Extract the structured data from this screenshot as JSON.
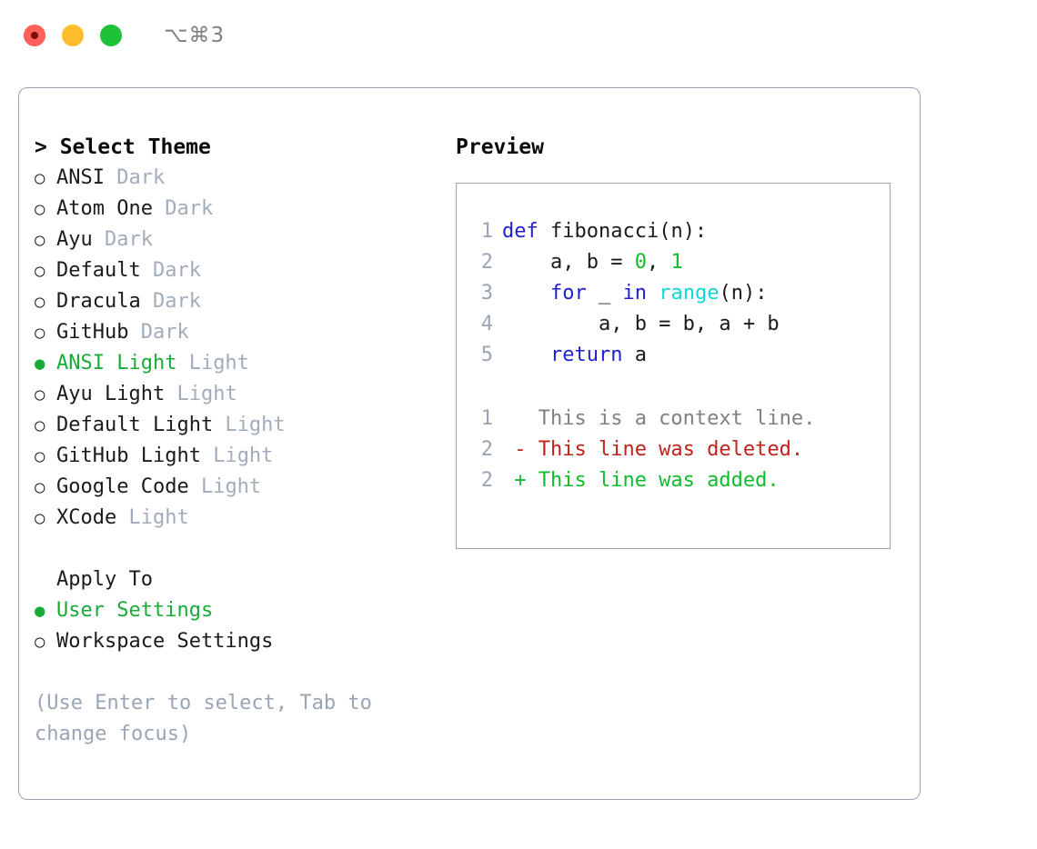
{
  "titlebar": {
    "close_icon": "traffic-light-close",
    "minimize_icon": "traffic-light-minimize",
    "maximize_icon": "traffic-light-maximize",
    "shortcut": "⌥⌘3"
  },
  "theme_section": {
    "header": "> Select Theme",
    "bullet_unselected": "○",
    "bullet_selected": "●",
    "items": [
      {
        "bullet": "○",
        "name": "ANSI",
        "kind": " Dark",
        "selected": false
      },
      {
        "bullet": "○",
        "name": "Atom One",
        "kind": " Dark",
        "selected": false
      },
      {
        "bullet": "○",
        "name": "Ayu",
        "kind": " Dark",
        "selected": false
      },
      {
        "bullet": "○",
        "name": "Default",
        "kind": " Dark",
        "selected": false
      },
      {
        "bullet": "○",
        "name": "Dracula",
        "kind": " Dark",
        "selected": false
      },
      {
        "bullet": "○",
        "name": "GitHub",
        "kind": " Dark",
        "selected": false
      },
      {
        "bullet": "●",
        "name": "ANSI Light",
        "kind": " Light",
        "selected": true
      },
      {
        "bullet": "○",
        "name": "Ayu Light",
        "kind": " Light",
        "selected": false
      },
      {
        "bullet": "○",
        "name": "Default Light",
        "kind": " Light",
        "selected": false
      },
      {
        "bullet": "○",
        "name": "GitHub Light",
        "kind": " Light",
        "selected": false
      },
      {
        "bullet": "○",
        "name": "Google Code",
        "kind": " Light",
        "selected": false
      },
      {
        "bullet": "○",
        "name": "XCode",
        "kind": " Light",
        "selected": false
      }
    ]
  },
  "apply_section": {
    "header": "Apply To",
    "items": [
      {
        "bullet": "●",
        "name": "User Settings",
        "selected": true
      },
      {
        "bullet": "○",
        "name": "Workspace Settings",
        "selected": false
      }
    ]
  },
  "hint": "(Use Enter to select, Tab to change focus)",
  "preview": {
    "header": "Preview",
    "code_lines": [
      {
        "num": "1",
        "tokens": [
          {
            "text": "def",
            "class": "t-kw"
          },
          {
            "text": " fibonacci(n):",
            "class": "t-plain"
          }
        ]
      },
      {
        "num": "2",
        "tokens": [
          {
            "text": "    a, b = ",
            "class": "t-plain"
          },
          {
            "text": "0",
            "class": "t-num"
          },
          {
            "text": ", ",
            "class": "t-plain"
          },
          {
            "text": "1",
            "class": "t-num"
          }
        ]
      },
      {
        "num": "3",
        "tokens": [
          {
            "text": "    ",
            "class": "t-plain"
          },
          {
            "text": "for",
            "class": "t-kw"
          },
          {
            "text": " _ ",
            "class": "t-plain"
          },
          {
            "text": "in",
            "class": "t-kw"
          },
          {
            "text": " ",
            "class": "t-plain"
          },
          {
            "text": "range",
            "class": "t-fn"
          },
          {
            "text": "(n):",
            "class": "t-plain"
          }
        ]
      },
      {
        "num": "4",
        "tokens": [
          {
            "text": "        a, b = b, a + b",
            "class": "t-plain"
          }
        ]
      },
      {
        "num": "5",
        "tokens": [
          {
            "text": "    ",
            "class": "t-plain"
          },
          {
            "text": "return",
            "class": "t-kw"
          },
          {
            "text": " a",
            "class": "t-plain"
          }
        ]
      }
    ],
    "diff_lines": [
      {
        "num": "1",
        "tokens": [
          {
            "text": "   This is a context line.",
            "class": "t-ctx"
          }
        ]
      },
      {
        "num": "2",
        "tokens": [
          {
            "text": " - This line was deleted.",
            "class": "t-del"
          }
        ]
      },
      {
        "num": "2",
        "tokens": [
          {
            "text": " + This line was added.",
            "class": "t-add"
          }
        ]
      }
    ]
  },
  "colors": {
    "accent_green": "#1aaa3a",
    "muted": "#a2acbb",
    "keyword_blue": "#2020d0",
    "function_cyan": "#12d7d7",
    "number_green": "#11bb2e",
    "diff_delete_red": "#c0221a",
    "diff_add_green": "#11bb2e",
    "border": "#9aa5b5"
  }
}
